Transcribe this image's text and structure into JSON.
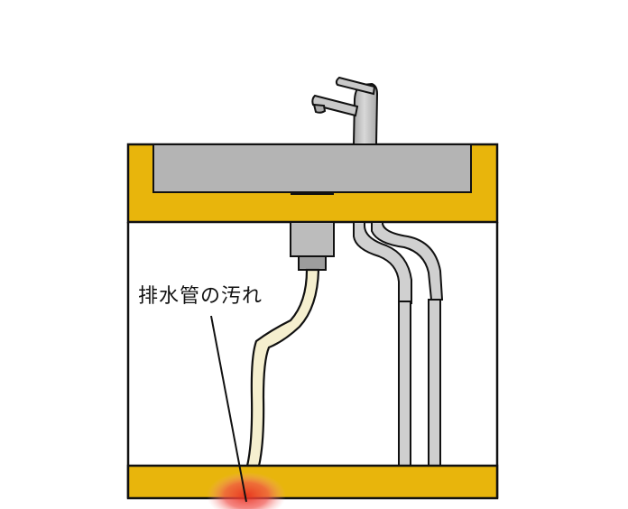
{
  "diagram": {
    "title": "Under-sink cabinet with drain pipe",
    "annotation": {
      "label": "排水管の汚れ",
      "target": "drain-pipe-stain"
    },
    "colors": {
      "cabinet": "#e8b50c",
      "sink_basin": "#b4b4b4",
      "faucet": "#bdbdbd",
      "drain_pipe": "#f5efcf",
      "supply_pipes": "#cfcfcf",
      "stain": "#ef3b2c",
      "outline": "#111111"
    },
    "components": [
      {
        "id": "faucet",
        "name": "Faucet"
      },
      {
        "id": "sink-basin",
        "name": "Sink basin"
      },
      {
        "id": "countertop",
        "name": "Cabinet top"
      },
      {
        "id": "drain-trap",
        "name": "Drain fitting"
      },
      {
        "id": "drain-pipe",
        "name": "Drain pipe (flexible hose)"
      },
      {
        "id": "supply-pipes",
        "name": "Water supply pipes"
      },
      {
        "id": "cabinet-floor",
        "name": "Cabinet floor"
      },
      {
        "id": "stain",
        "name": "Dirt spot"
      }
    ]
  }
}
